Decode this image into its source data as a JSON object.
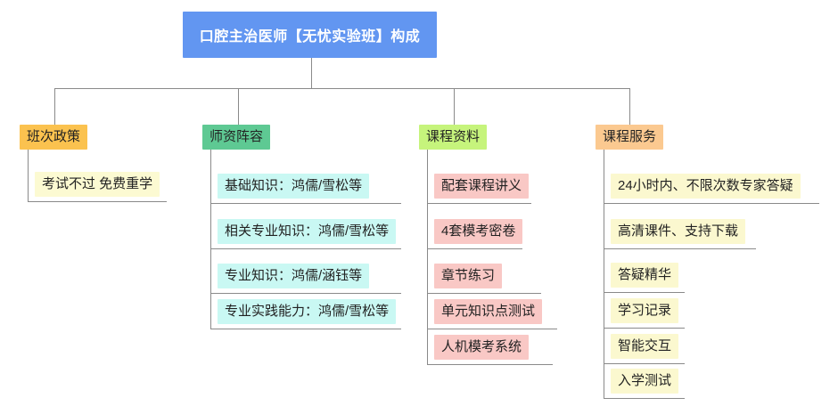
{
  "root": {
    "label": "口腔主治医师【无忧实验班】构成"
  },
  "branches": [
    {
      "label": "班次政策",
      "children": [
        "考试不过 免费重学"
      ]
    },
    {
      "label": "师资阵容",
      "children": [
        "基础知识：鸿儒/雪松等",
        "相关专业知识：鸿儒/雪松等",
        "专业知识：鸿儒/涵钰等",
        "专业实践能力：鸿儒/雪松等"
      ]
    },
    {
      "label": "课程资料",
      "children": [
        "配套课程讲义",
        "4套模考密卷",
        "章节练习",
        "单元知识点测试",
        "人机模考系统"
      ]
    },
    {
      "label": "课程服务",
      "children": [
        "24小时内、不限次数专家答疑",
        "高清课件、支持下载",
        "答疑精华",
        "学习记录",
        "智能交互",
        "入学测试"
      ]
    }
  ],
  "colors": {
    "root_bg": "#6296f1",
    "root_text": "#ffffff",
    "branch_policy_bg": "#fbc24f",
    "branch_faculty_bg": "#5ec993",
    "branch_materials_bg": "#c6f47c",
    "branch_services_bg": "#fbc990",
    "child_policy_bg": "#fcfad2",
    "child_faculty_bg": "#c9f8f3",
    "child_materials_bg": "#f9c8c5",
    "child_services_bg": "#fbf8cf",
    "connector": "#8a8a8a",
    "text": "#222222"
  }
}
